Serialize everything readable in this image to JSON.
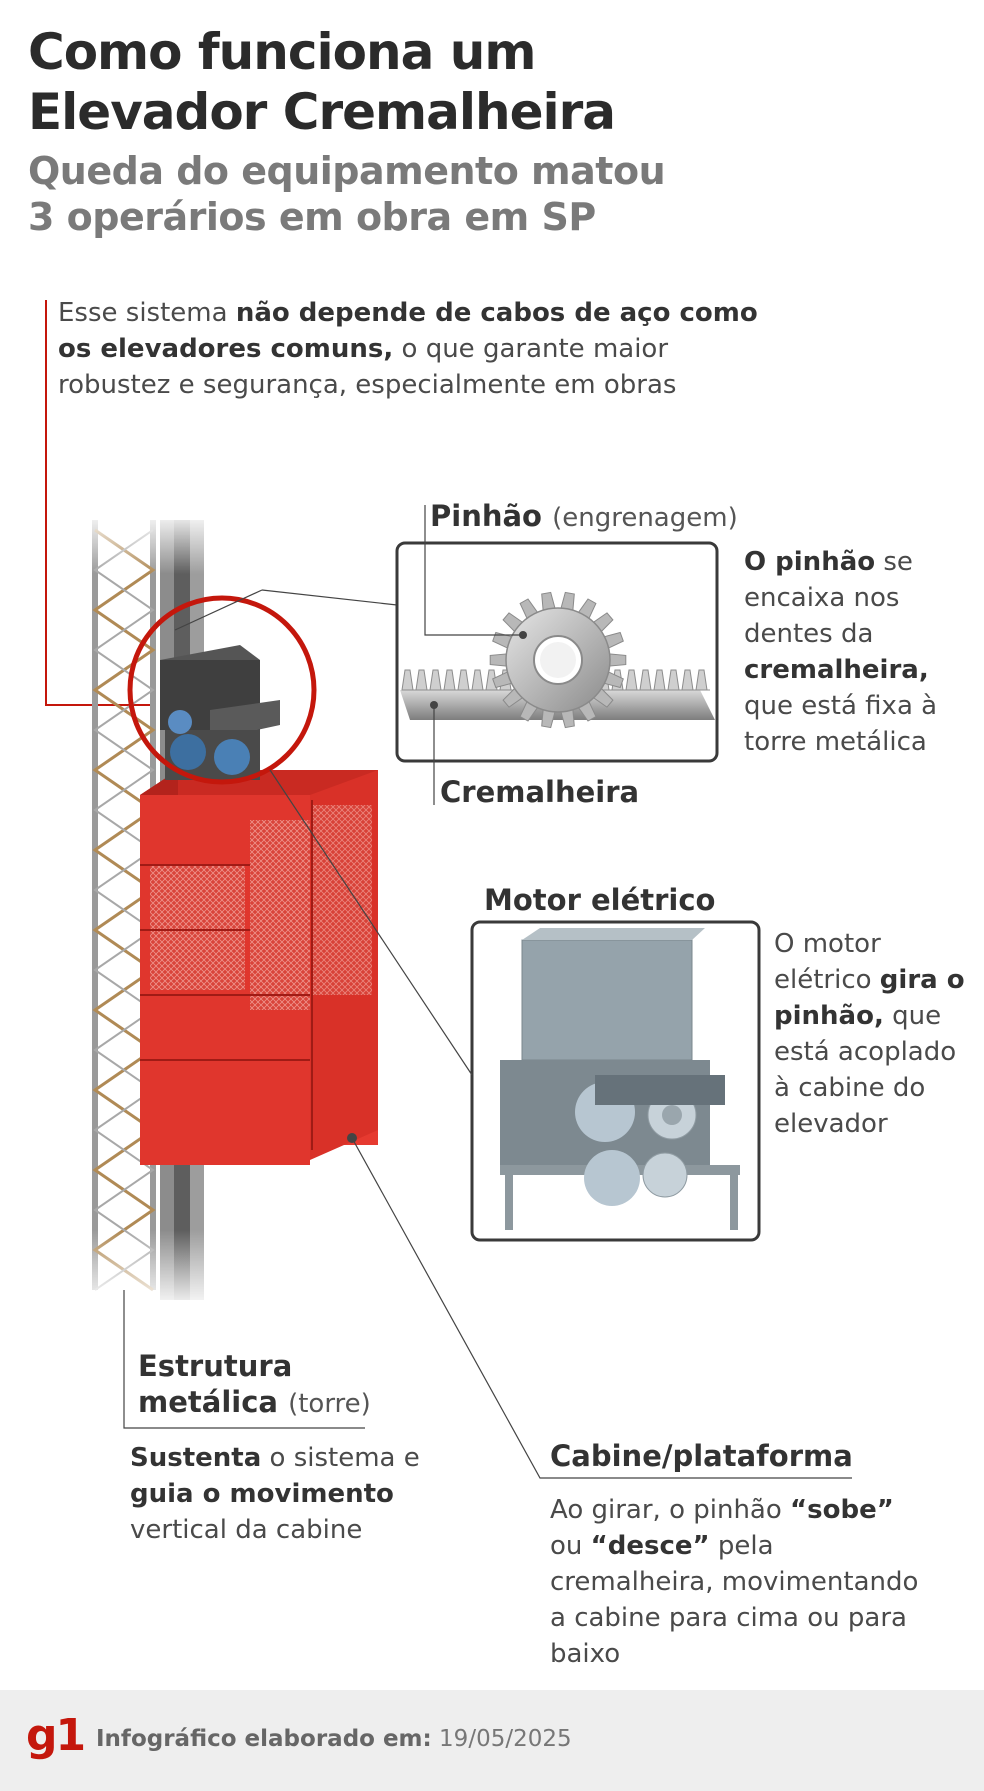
{
  "header": {
    "title_line1": "Como funciona um",
    "title_line2": "Elevador Cremalheira",
    "subtitle_line1": "Queda do equipamento matou",
    "subtitle_line2": "3 operários em obra em SP"
  },
  "intro": {
    "t1": "Esse sistema ",
    "b1": "não depende de cabos de aço como os elevadores comuns,",
    "t2": " o que garante maior robustez e segurança, especialmente em obras"
  },
  "pinhao": {
    "label": "Pinhão",
    "label_note": "(engrenagem)",
    "desc_b1": "O pinhão",
    "desc_t1": " se encaixa nos dentes da ",
    "desc_b2": "cremalheira,",
    "desc_t2": " que está fixa à torre metálica"
  },
  "cremalheira": {
    "label": "Cremalheira"
  },
  "motor": {
    "label": "Motor elétrico",
    "desc_t1": "O motor elétrico ",
    "desc_b1": "gira o pinhão,",
    "desc_t2": " que está acoplado à cabine do elevador"
  },
  "estrutura": {
    "label_line1": "Estrutura",
    "label_line2": "metálica",
    "label_note": "(torre)",
    "desc_b1": "Sustenta",
    "desc_t1": " o sistema e ",
    "desc_b2": "guia o movimento",
    "desc_t2": " vertical da cabine"
  },
  "cabine": {
    "label": "Cabine/plataforma",
    "desc_t1": "Ao girar, o pinhão ",
    "desc_b1": "“sobe”",
    "desc_t2": " ou ",
    "desc_b2": "“desce”",
    "desc_t3": " pela cremalheira, movimentando a cabine para cima ou para baixo"
  },
  "footer": {
    "logo": "g1",
    "label": "Infográfico elaborado em:",
    "date": "19/05/2025"
  },
  "colors": {
    "accent_red": "#c4170c",
    "cabin_red": "#e02d26",
    "steel": "#9aa4ac"
  }
}
